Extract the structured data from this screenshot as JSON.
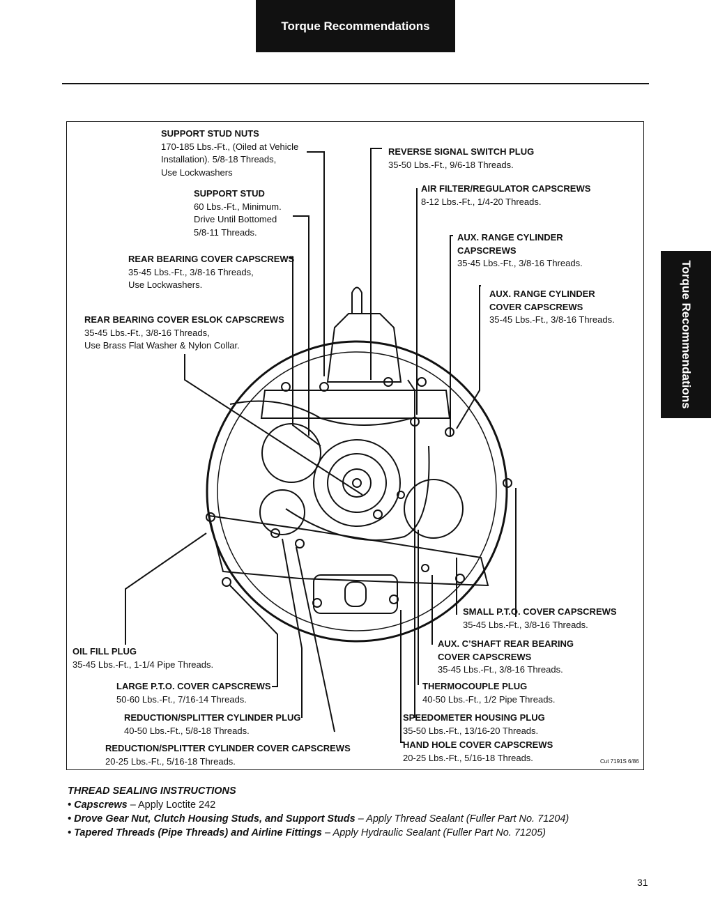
{
  "header": {
    "title": "Torque Recommendations"
  },
  "side_tab": {
    "title": "Torque Recommendations"
  },
  "diagram": {
    "cut_note": "Cut 7191S 6/86",
    "labels": {
      "support_stud_nuts": {
        "title": "SUPPORT STUD NUTS",
        "lines": [
          "170-185 Lbs.-Ft., (Oiled at Vehicle",
          "Installation). 5/8-18 Threads,",
          "Use Lockwashers"
        ]
      },
      "support_stud": {
        "title": "SUPPORT STUD",
        "lines": [
          "60 Lbs.-Ft., Minimum.",
          "Drive Until Bottomed",
          "5/8-11 Threads."
        ]
      },
      "rear_bearing_cover": {
        "title": "REAR BEARING COVER CAPSCREWS",
        "lines": [
          "35-45 Lbs.-Ft., 3/8-16 Threads,",
          "Use Lockwashers."
        ]
      },
      "rear_bearing_eslok": {
        "title": "REAR BEARING COVER ESLOK CAPSCREWS",
        "lines": [
          "35-45 Lbs.-Ft., 3/8-16 Threads,",
          "Use Brass Flat Washer & Nylon Collar."
        ]
      },
      "reverse_signal": {
        "title": "REVERSE SIGNAL SWITCH PLUG",
        "lines": [
          "35-50 Lbs.-Ft., 9/6-18 Threads."
        ]
      },
      "air_filter": {
        "title": "AIR FILTER/REGULATOR CAPSCREWS",
        "lines": [
          "8-12 Lbs.-Ft., 1/4-20 Threads."
        ]
      },
      "aux_range_cyl": {
        "title": "AUX. RANGE CYLINDER",
        "title2": "CAPSCREWS",
        "lines": [
          "35-45 Lbs.-Ft., 3/8-16 Threads."
        ]
      },
      "aux_range_cyl_cover": {
        "title": "AUX. RANGE CYLINDER",
        "title2": "COVER CAPSCREWS",
        "lines": [
          "35-45 Lbs.-Ft., 3/8-16 Threads."
        ]
      },
      "small_pto": {
        "title": "SMALL P.T.O. COVER CAPSCREWS",
        "lines": [
          "35-45 Lbs.-Ft., 3/8-16 Threads."
        ]
      },
      "aux_cshaft": {
        "title": "AUX. C’SHAFT REAR BEARING",
        "title2": "COVER CAPSCREWS",
        "lines": [
          "35-45 Lbs.-Ft., 3/8-16 Threads."
        ]
      },
      "thermocouple": {
        "title": "THERMOCOUPLE PLUG",
        "lines": [
          "40-50 Lbs.-Ft., 1/2 Pipe Threads."
        ]
      },
      "speedometer": {
        "title": "SPEEDOMETER HOUSING PLUG",
        "lines": [
          "35-50 Lbs.-Ft., 13/16-20  Threads."
        ]
      },
      "hand_hole": {
        "title": "HAND HOLE COVER CAPSCREWS",
        "lines": [
          "20-25 Lbs.-Ft., 5/16-18  Threads."
        ]
      },
      "oil_fill": {
        "title": "OIL FILL PLUG",
        "lines": [
          "35-45 Lbs.-Ft., 1-1/4 Pipe Threads."
        ]
      },
      "large_pto": {
        "title": "LARGE P.T.O. COVER CAPSCREWS",
        "lines": [
          "50-60 Lbs.-Ft., 7/16-14  Threads."
        ]
      },
      "red_split_plug": {
        "title": "REDUCTION/SPLITTER CYLINDER PLUG",
        "lines": [
          "40-50 Lbs.-Ft., 5/8-18  Threads."
        ]
      },
      "red_split_cover": {
        "title": "REDUCTION/SPLITTER CYLINDER COVER CAPSCREWS",
        "lines": [
          "20-25 Lbs.-Ft., 5/16-18  Threads."
        ]
      }
    }
  },
  "notes": {
    "heading": "THREAD SEALING INSTRUCTIONS",
    "items": [
      {
        "bold": "• Capscrews",
        "rest": " – Apply Loctite 242"
      },
      {
        "bold": "• Drove Gear Nut, Clutch Housing Studs, and Support Studs",
        "rest": " – Apply Thread Sealant (Fuller Part No. 71204)"
      },
      {
        "bold": "• Tapered Threads (Pipe Threads) and Airline Fittings",
        "rest": " – Apply Hydraulic Sealant (Fuller Part No. 71205)"
      }
    ]
  },
  "page_number": "31"
}
